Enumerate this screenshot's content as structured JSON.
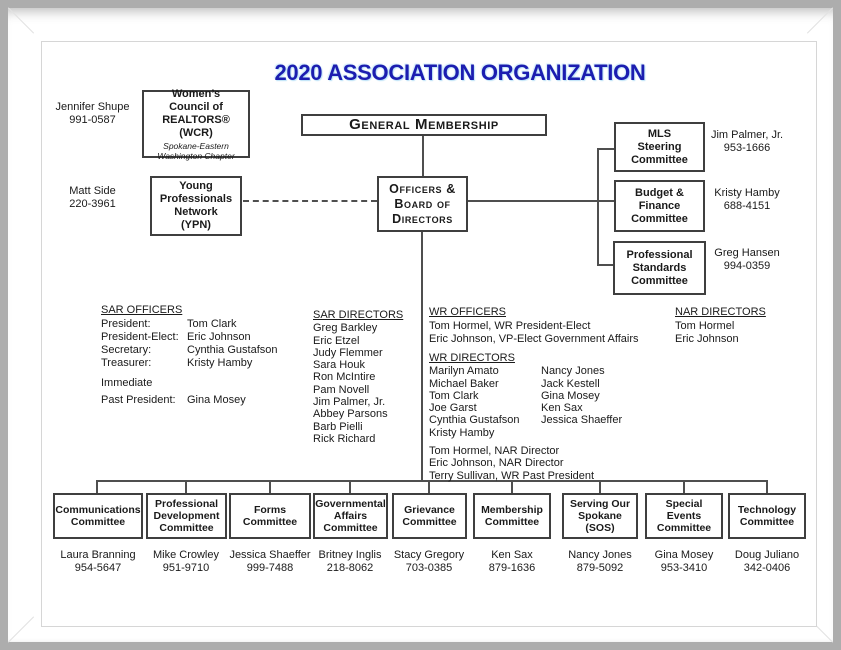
{
  "title": "2020 ASSOCIATION ORGANIZATION",
  "colors": {
    "title_blue": "#1c1db0",
    "line_gray": "#4f4f4f",
    "box_border": "#3f3f3f",
    "frame_background": "#adadad"
  },
  "wcr": {
    "contact": {
      "name": "Jennifer Shupe",
      "phone": "991-0587"
    },
    "lines": [
      "Women’s",
      "Council of",
      "REALTORS® (WCR)"
    ],
    "subtitle": [
      "Spokane-Eastern",
      "Washington Chapter"
    ]
  },
  "ypn": {
    "contact": {
      "name": "Matt Side",
      "phone": "220-3961"
    },
    "lines": [
      "Young",
      "Professionals",
      "Network",
      "(YPN)"
    ]
  },
  "general_membership": {
    "label": "General Membership"
  },
  "officers_board": {
    "lines": [
      "Officers &",
      "Board of",
      "Directors"
    ]
  },
  "right_committees": [
    {
      "lines": [
        "MLS",
        "Steering",
        "Committee"
      ],
      "contact": {
        "name": "Jim Palmer, Jr.",
        "phone": "953-1666"
      }
    },
    {
      "lines": [
        "Budget &",
        "Finance",
        "Committee"
      ],
      "contact": {
        "name": "Kristy Hamby",
        "phone": "688-4151"
      }
    },
    {
      "lines": [
        "Professional",
        "Standards",
        "Committee"
      ],
      "contact": {
        "name": "Greg Hansen",
        "phone": "994-0359"
      }
    }
  ],
  "sar_officers": {
    "heading": "SAR OFFICERS",
    "rows": [
      {
        "label": "President:",
        "name": "Tom Clark"
      },
      {
        "label": "President-Elect:",
        "name": "Eric Johnson"
      },
      {
        "label": "Secretary:",
        "name": "Cynthia Gustafson"
      },
      {
        "label": "Treasurer:",
        "name": "Kristy Hamby"
      }
    ],
    "immediate_label": "Immediate",
    "past_president": {
      "label": "Past President:",
      "name": "Gina Mosey"
    }
  },
  "sar_directors": {
    "heading": "SAR DIRECTORS",
    "names": [
      "Greg Barkley",
      "Eric Etzel",
      "Judy Flemmer",
      "Sara Houk",
      "Ron McIntire",
      "Pam Novell",
      "Jim Palmer, Jr.",
      "Abbey Parsons",
      "Barb Pielli",
      "Rick Richard"
    ]
  },
  "wr_officers": {
    "heading": "WR OFFICERS",
    "lines": [
      "Tom Hormel, WR President-Elect",
      "Eric Johnson, VP-Elect Government Affairs"
    ]
  },
  "wr_directors": {
    "heading": "WR DIRECTORS",
    "col1": [
      "Marilyn Amato",
      "Michael Baker",
      "Tom Clark",
      "Joe Garst",
      "Cynthia Gustafson",
      "Kristy Hamby"
    ],
    "col2": [
      "Nancy Jones",
      "Jack Kestell",
      "Gina Mosey",
      "Ken Sax",
      "Jessica Shaeffer"
    ],
    "footer": [
      "Tom Hormel, NAR Director",
      "Eric Johnson, NAR Director",
      "Terry Sullivan, WR Past President"
    ]
  },
  "nar_directors": {
    "heading": "NAR DIRECTORS",
    "names": [
      "Tom Hormel",
      "Eric Johnson"
    ]
  },
  "bottom_committees": [
    {
      "lines": [
        "Communications",
        "Committee"
      ],
      "contact": {
        "name": "Laura Branning",
        "phone": "954-5647"
      }
    },
    {
      "lines": [
        "Professional",
        "Development",
        "Committee"
      ],
      "contact": {
        "name": "Mike Crowley",
        "phone": "951-9710"
      }
    },
    {
      "lines": [
        "Forms",
        "Committee"
      ],
      "contact": {
        "name": "Jessica Shaeffer",
        "phone": "999-7488"
      }
    },
    {
      "lines": [
        "Governmental",
        "Affairs",
        "Committee"
      ],
      "contact": {
        "name": "Britney Inglis",
        "phone": "218-8062"
      }
    },
    {
      "lines": [
        "Grievance",
        "Committee"
      ],
      "contact": {
        "name": "Stacy Gregory",
        "phone": "703-0385"
      }
    },
    {
      "lines": [
        "Membership",
        "Committee"
      ],
      "contact": {
        "name": "Ken Sax",
        "phone": "879-1636"
      }
    },
    {
      "lines": [
        "Serving Our",
        "Spokane",
        "(SOS)"
      ],
      "contact": {
        "name": "Nancy Jones",
        "phone": "879-5092"
      }
    },
    {
      "lines": [
        "Special Events",
        "Committee"
      ],
      "contact": {
        "name": "Gina Mosey",
        "phone": "953-3410"
      }
    },
    {
      "lines": [
        "Technology",
        "Committee"
      ],
      "contact": {
        "name": "Doug Juliano",
        "phone": "342-0406"
      }
    }
  ]
}
